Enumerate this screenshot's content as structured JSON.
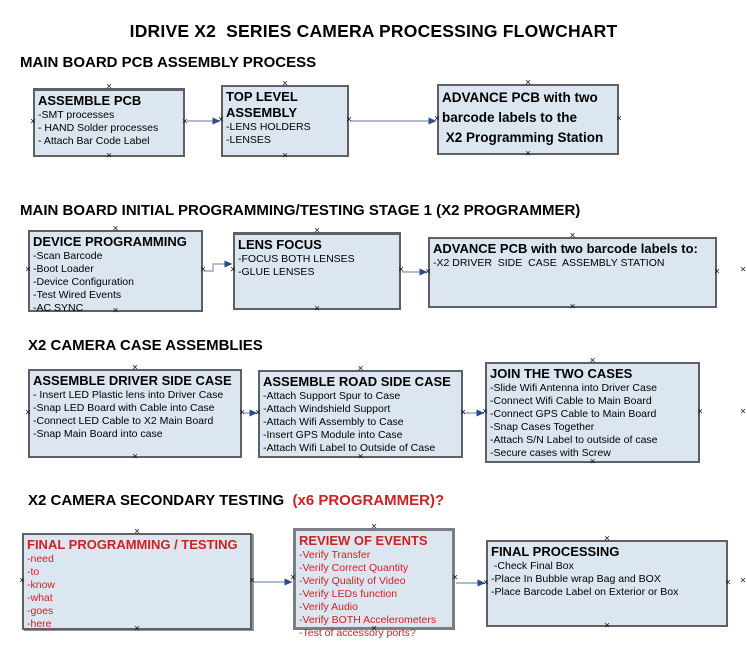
{
  "title": "IDRIVE X2  SERIES CAMERA PROCESSING FLOWCHART",
  "colors": {
    "box_fill": "#DCE6F1",
    "box_border": "#5D6167",
    "red_accent": "#CC2222",
    "arrow_line": "#95A3C2",
    "arrow_head": "#2B4B8C",
    "text": "#000000"
  },
  "sections": [
    {
      "heading": "MAIN BOARD PCB ASSEMBLY PROCESS",
      "heading_accent": "",
      "boxes": [
        {
          "title": "ASSEMBLE PCB",
          "items": [
            "-SMT processes",
            "- HAND Solder processes",
            "- Attach Bar Code Label"
          ]
        },
        {
          "title": "TOP LEVEL ASSEMBLY",
          "items": [
            "-LENS HOLDERS",
            "-LENSES"
          ]
        },
        {
          "title": "ADVANCE PCB with two\nbarcode labels to the\n X2 Programming Station",
          "items": []
        }
      ]
    },
    {
      "heading": "MAIN BOARD INITIAL PROGRAMMING/TESTING STAGE 1 (X2 PROGRAMMER)",
      "heading_accent": "",
      "boxes": [
        {
          "title": "DEVICE PROGRAMMING",
          "items": [
            "-Scan Barcode",
            "-Boot Loader",
            "-Device Configuration",
            "-Test Wired Events",
            "-AC SYNC"
          ]
        },
        {
          "title": "LENS FOCUS",
          "items": [
            "-FOCUS BOTH LENSES",
            "-GLUE LENSES"
          ]
        },
        {
          "title": "ADVANCE PCB with two barcode labels to:",
          "items": [
            "-X2 DRIVER  SIDE  CASE  ASSEMBLY STATION"
          ]
        }
      ]
    },
    {
      "heading": "X2 CAMERA CASE ASSEMBLIES",
      "heading_accent": "",
      "boxes": [
        {
          "title": "ASSEMBLE DRIVER SIDE CASE",
          "items": [
            "- Insert LED Plastic lens into Driver Case",
            "-Snap LED Board with Cable into Case",
            "-Connect LED Cable to X2 Main Board",
            "-Snap Main Board into case"
          ]
        },
        {
          "title": "ASSEMBLE ROAD SIDE CASE",
          "items": [
            "-Attach Support Spur to Case",
            "-Attach Windshield Support",
            "-Attach Wifi Assembly to Case",
            "-Insert GPS Module into Case",
            "-Attach Wifi Label to Outside of Case"
          ]
        },
        {
          "title": "JOIN THE TWO CASES",
          "items": [
            "-Slide Wifi Antenna into Driver Case",
            "-Connect Wifi Cable to Main Board",
            "-Connect GPS Cable to Main Board",
            "-Snap Cases Together",
            "-Attach S/N Label to outside of case",
            "-Secure cases with Screw"
          ]
        }
      ]
    },
    {
      "heading": "X2 CAMERA SECONDARY TESTING  ",
      "heading_accent": "(x6 PROGRAMMER)?",
      "boxes": [
        {
          "title": "FINAL PROGRAMMING / TESTING",
          "items": [
            "-need",
            "-to",
            "-know",
            "-what",
            "-goes",
            "-here"
          ]
        },
        {
          "title": "REVIEW OF EVENTS",
          "items": [
            "-Verify Transfer",
            "-Verify Correct Quantity",
            "-Verify Quality of Video",
            "-Verify LEDs function",
            "-Verify Audio",
            "-Verify BOTH Accelerometers",
            "-Test of accessory ports?"
          ]
        },
        {
          "title": "FINAL PROCESSING",
          "items": [
            " -Check Final Box",
            "-Place In Bubble wrap Bag and BOX",
            "-Place Barcode Label on Exterior or Box"
          ]
        }
      ]
    }
  ]
}
